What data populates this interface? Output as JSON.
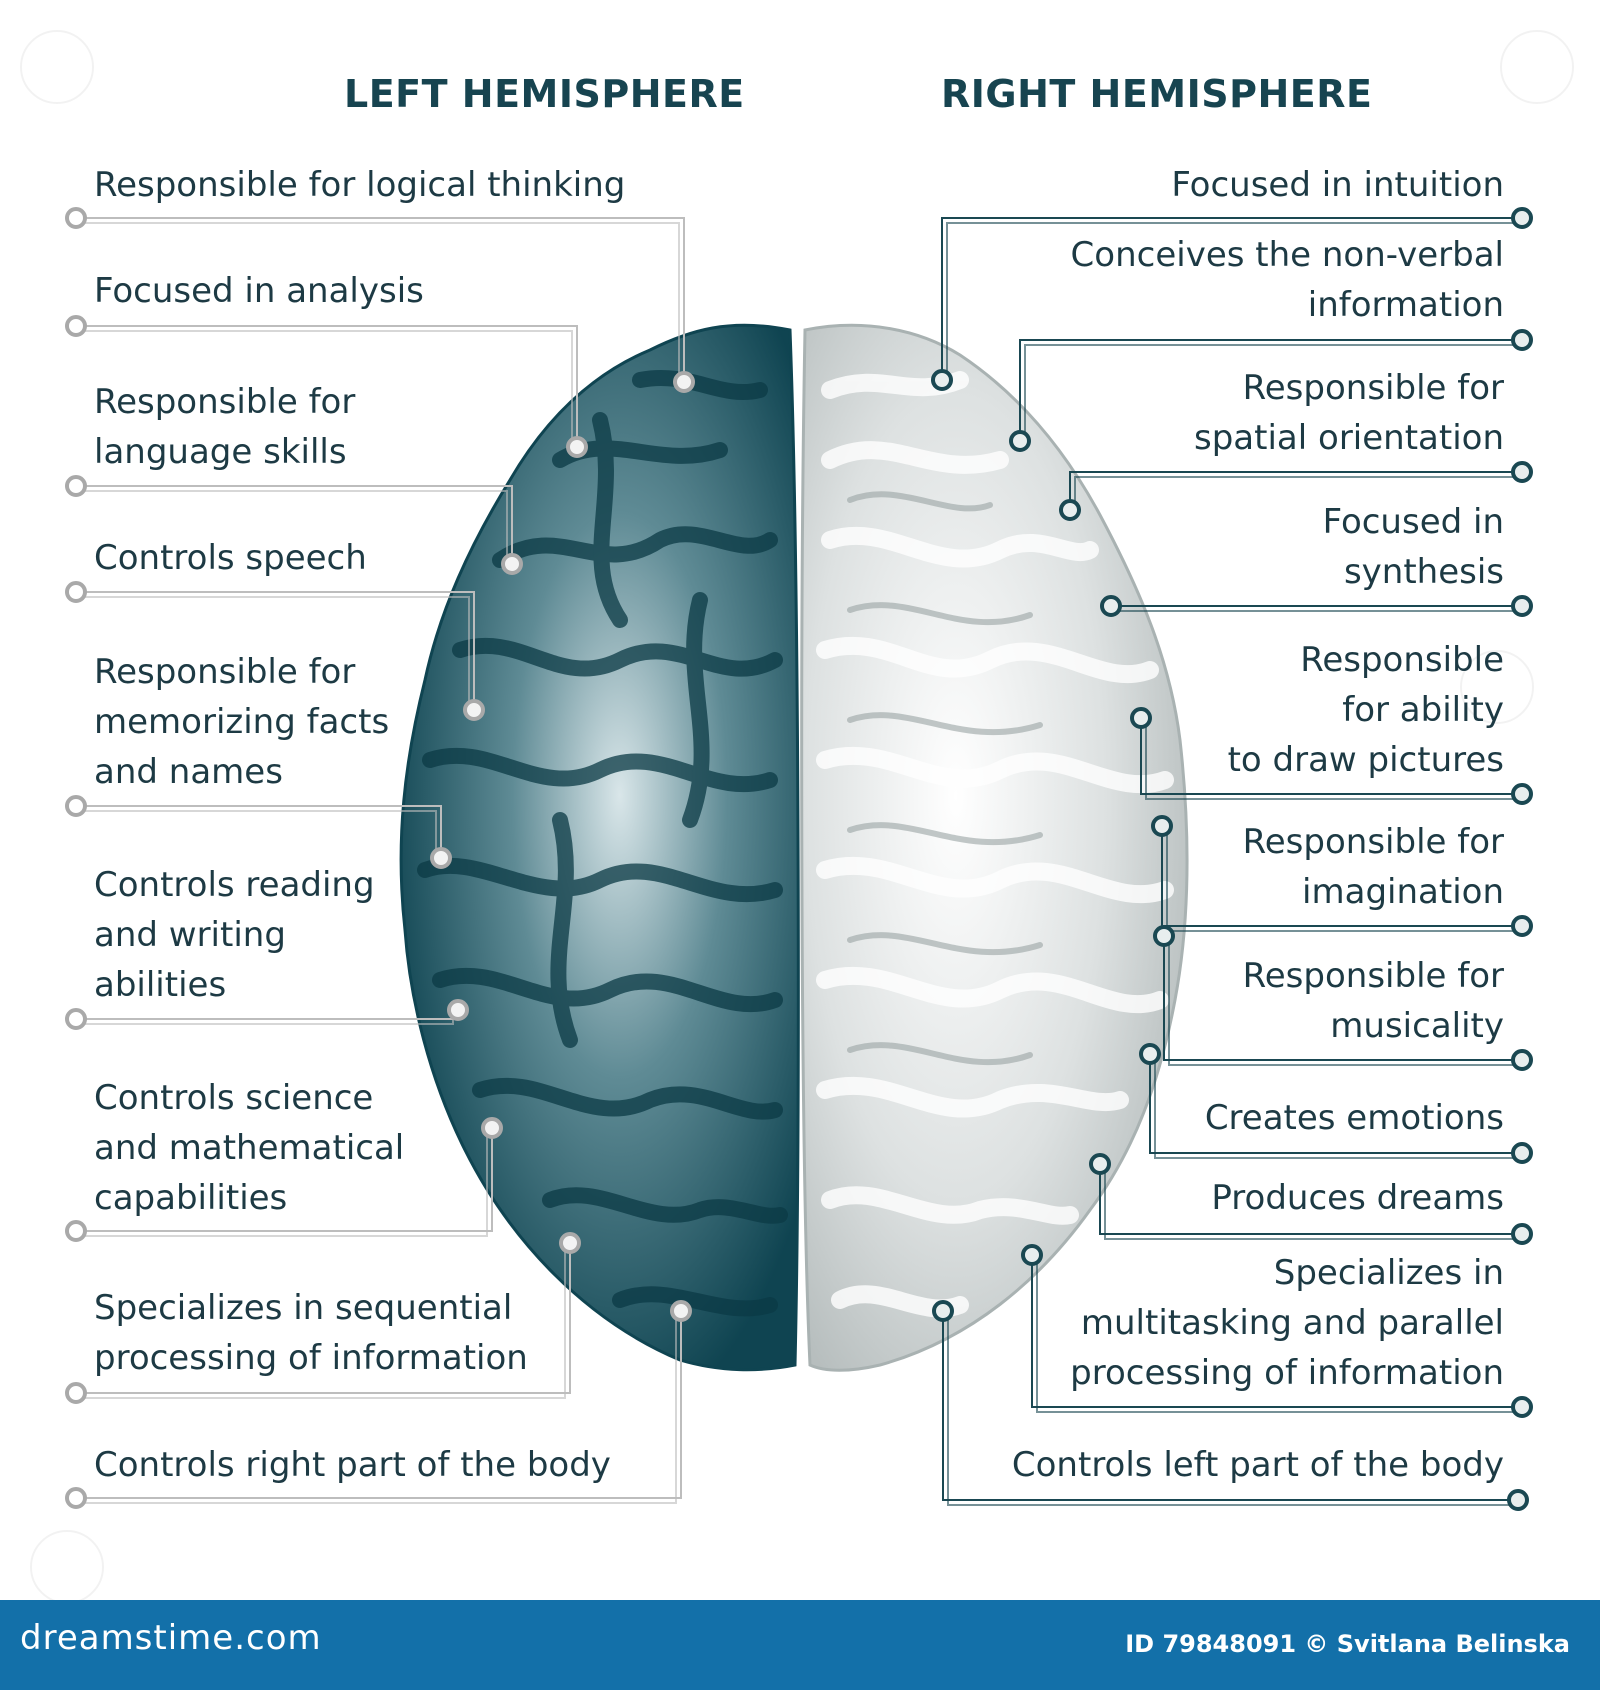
{
  "headings": {
    "left": "LEFT HEMISPHERE",
    "right": "RIGHT HEMISPHERE"
  },
  "left_labels": [
    "Responsible for logical thinking",
    "Focused in analysis",
    "Responsible for\nlanguage skills",
    "Controls speech",
    "Responsible for\nmemorizing facts\nand names",
    "Controls reading\nand writing\nabilities",
    "Controls science\nand mathematical\ncapabilities",
    "Specializes in sequential\nprocessing of information",
    "Controls right part of the body"
  ],
  "right_labels": [
    "Focused in intuition",
    "Conceives the non-verbal\ninformation",
    "Responsible for\nspatial orientation",
    "Focused in\nsynthesis",
    "Responsible\nfor ability\nto draw pictures",
    "Responsible for\nimagination",
    "Responsible for\nmusicality",
    "Creates emotions",
    "Produces dreams",
    "Specializes in\nmultitasking and parallel\nprocessing of information",
    "Controls left part of the body"
  ],
  "footer": {
    "logo": "dreamstime.com",
    "credit": "ID 79848091 © Svitlana Belinska"
  },
  "colors": {
    "left_hemisphere": "#0f4451",
    "right_hemisphere": "#d9dddd",
    "connector_left": "#b8b8b8",
    "connector_right": "#1a4852",
    "footer_bar": "#1370a9"
  }
}
